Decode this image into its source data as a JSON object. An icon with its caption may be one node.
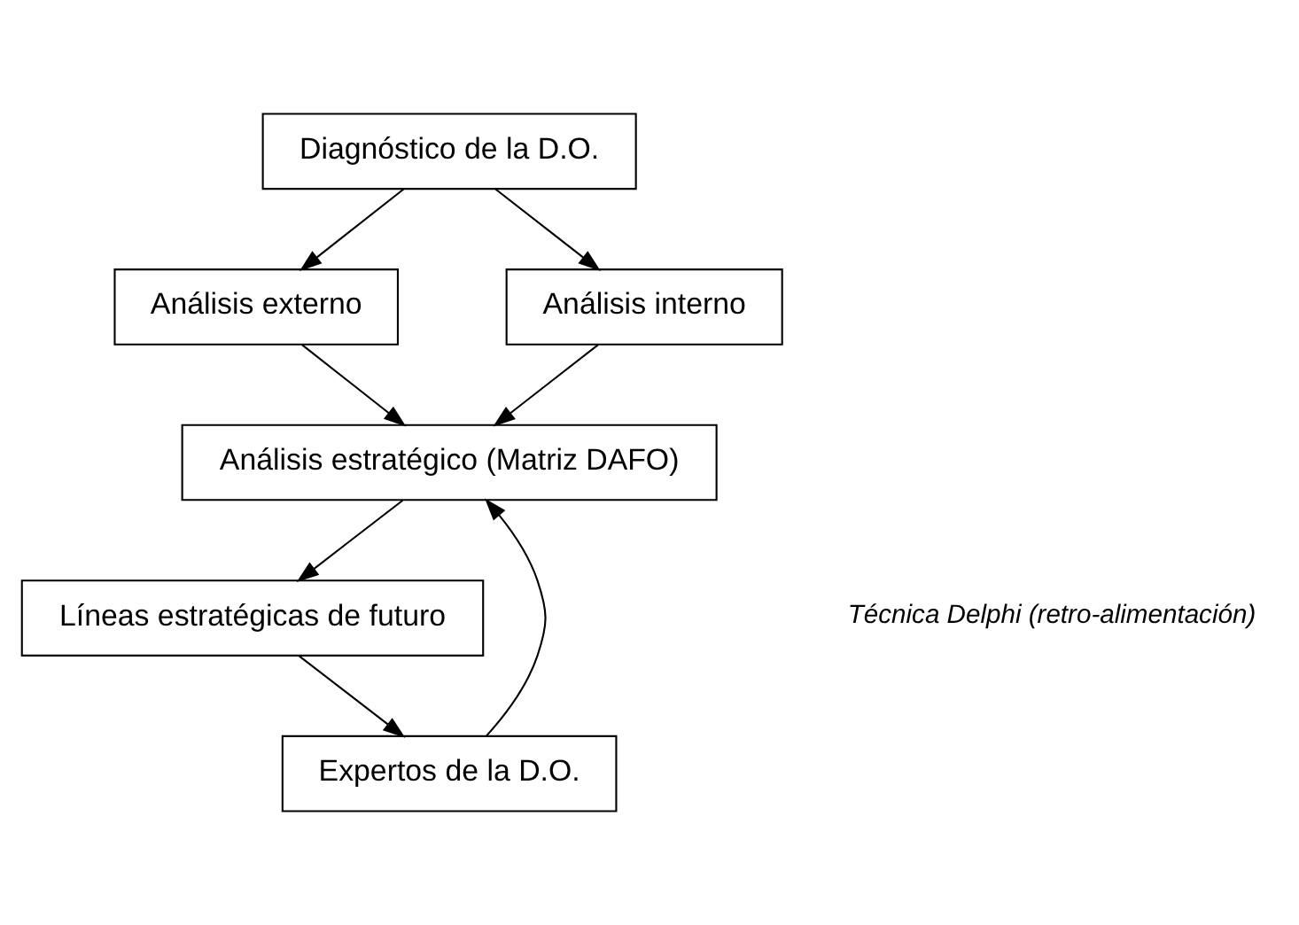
{
  "diagram": {
    "nodes": [
      {
        "text": [
          "Diagnóstico de la D.O."
        ]
      },
      {
        "text": [
          "Análisis externo"
        ]
      },
      {
        "text": [
          "Análisis interno"
        ]
      },
      {
        "text": [
          "Análisis estratégico (Matriz DAFO)"
        ]
      },
      {
        "text": [
          "Expertos de la D.O."
        ]
      },
      {
        "text": [
          "Líneas estratégicas de futuro"
        ]
      }
    ],
    "edges": [
      {
        "from": 0,
        "to": 1,
        "arrow": "to"
      },
      {
        "from": 0,
        "to": 2,
        "arrow": "to"
      },
      {
        "from": 1,
        "to": 3,
        "arrow": "to"
      },
      {
        "from": 2,
        "to": 3,
        "arrow": "to"
      },
      {
        "from": 4,
        "to": 3,
        "arrow": "to"
      },
      {
        "from": 3,
        "to": 5,
        "arrow": "to"
      },
      {
        "from": 5,
        "to": 4,
        "arrow": "to"
      }
    ],
    "labels": [
      "Técnica Delphi (retro-alimentación)"
    ]
  }
}
